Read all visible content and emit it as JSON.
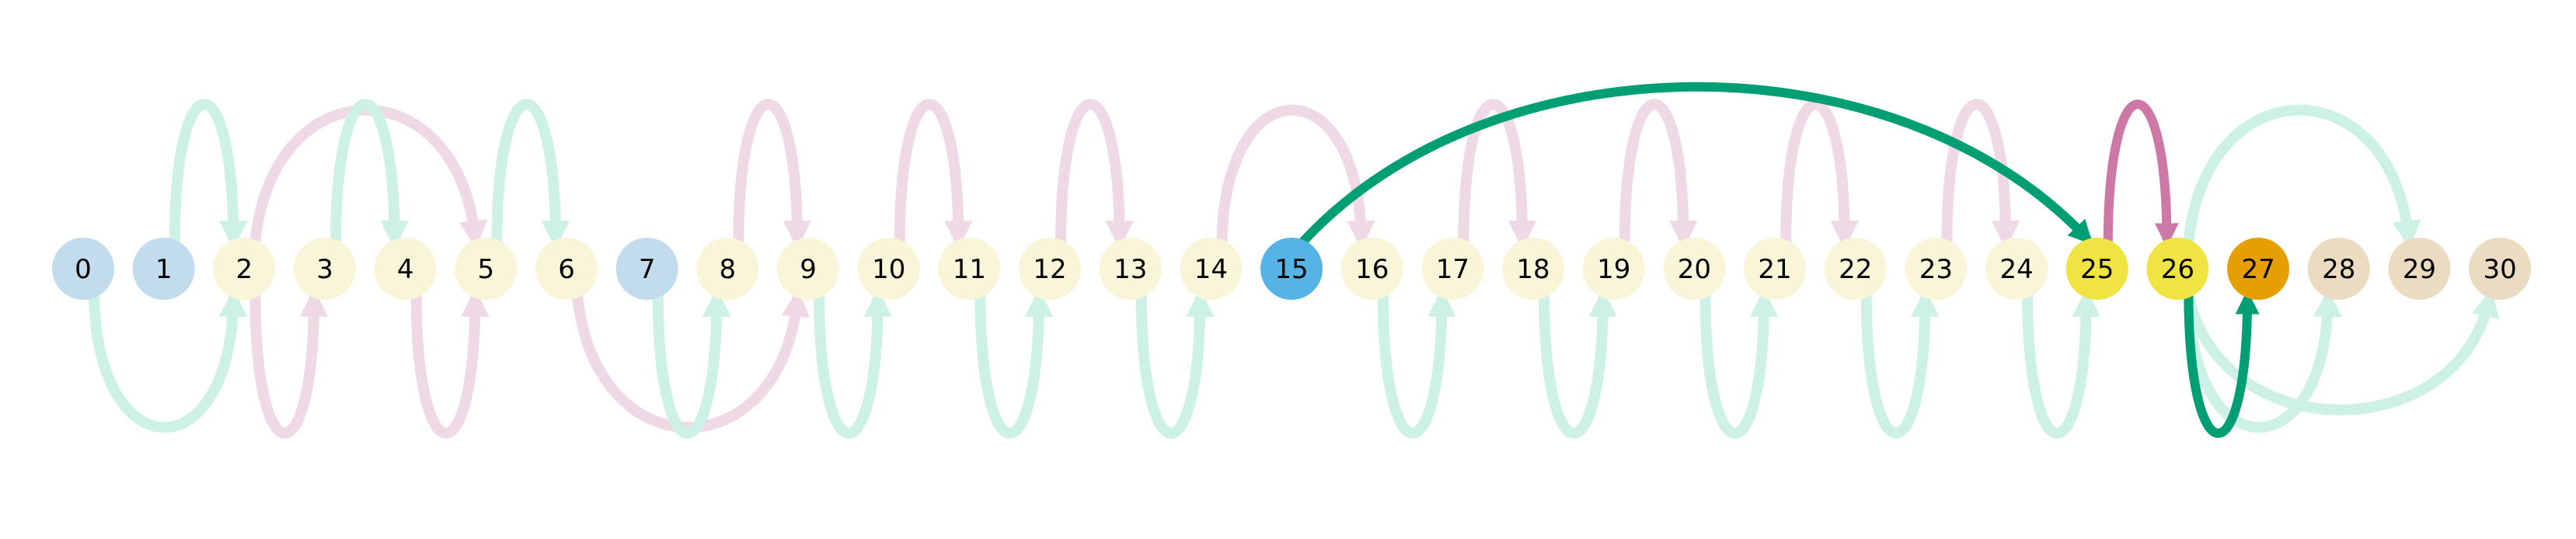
{
  "colors": {
    "background": "#ffffff",
    "node_blue_light": "#c3dced",
    "node_cream": "#f8f5d8",
    "node_blue": "#56b3e6",
    "node_yellow": "#f0e442",
    "node_orange": "#e69f00",
    "node_tan": "#ebdcc1",
    "arc_green_faint": "#cdf1e6",
    "arc_pink_faint": "#efd9e4",
    "arc_green_strong": "#009e73",
    "arc_pink_strong": "#cc79a7",
    "label": "#000000"
  },
  "nodes": [
    {
      "label": "0",
      "color": "node_blue_light"
    },
    {
      "label": "1",
      "color": "node_blue_light"
    },
    {
      "label": "2",
      "color": "node_cream"
    },
    {
      "label": "3",
      "color": "node_cream"
    },
    {
      "label": "4",
      "color": "node_cream"
    },
    {
      "label": "5",
      "color": "node_cream"
    },
    {
      "label": "6",
      "color": "node_cream"
    },
    {
      "label": "7",
      "color": "node_blue_light"
    },
    {
      "label": "8",
      "color": "node_cream"
    },
    {
      "label": "9",
      "color": "node_cream"
    },
    {
      "label": "10",
      "color": "node_cream"
    },
    {
      "label": "11",
      "color": "node_cream"
    },
    {
      "label": "12",
      "color": "node_cream"
    },
    {
      "label": "13",
      "color": "node_cream"
    },
    {
      "label": "14",
      "color": "node_cream"
    },
    {
      "label": "15",
      "color": "node_blue"
    },
    {
      "label": "16",
      "color": "node_cream"
    },
    {
      "label": "17",
      "color": "node_cream"
    },
    {
      "label": "18",
      "color": "node_cream"
    },
    {
      "label": "19",
      "color": "node_cream"
    },
    {
      "label": "20",
      "color": "node_cream"
    },
    {
      "label": "21",
      "color": "node_cream"
    },
    {
      "label": "22",
      "color": "node_cream"
    },
    {
      "label": "23",
      "color": "node_cream"
    },
    {
      "label": "24",
      "color": "node_cream"
    },
    {
      "label": "25",
      "color": "node_yellow"
    },
    {
      "label": "26",
      "color": "node_yellow"
    },
    {
      "label": "27",
      "color": "node_orange"
    },
    {
      "label": "28",
      "color": "node_tan"
    },
    {
      "label": "29",
      "color": "node_tan"
    },
    {
      "label": "30",
      "color": "node_tan"
    }
  ],
  "edges": [
    {
      "from": 1,
      "to": 2,
      "side": "top",
      "color": "arc_green_faint"
    },
    {
      "from": 2,
      "to": 5,
      "side": "top",
      "color": "arc_pink_faint"
    },
    {
      "from": 3,
      "to": 4,
      "side": "top",
      "color": "arc_green_faint"
    },
    {
      "from": 5,
      "to": 6,
      "side": "top",
      "color": "arc_green_faint"
    },
    {
      "from": 8,
      "to": 9,
      "side": "top",
      "color": "arc_pink_faint"
    },
    {
      "from": 10,
      "to": 11,
      "side": "top",
      "color": "arc_pink_faint"
    },
    {
      "from": 12,
      "to": 13,
      "side": "top",
      "color": "arc_pink_faint"
    },
    {
      "from": 14,
      "to": 16,
      "side": "top",
      "color": "arc_pink_faint"
    },
    {
      "from": 17,
      "to": 18,
      "side": "top",
      "color": "arc_pink_faint"
    },
    {
      "from": 19,
      "to": 20,
      "side": "top",
      "color": "arc_pink_faint"
    },
    {
      "from": 21,
      "to": 22,
      "side": "top",
      "color": "arc_pink_faint"
    },
    {
      "from": 23,
      "to": 24,
      "side": "top",
      "color": "arc_pink_faint"
    },
    {
      "from": 26,
      "to": 29,
      "side": "top",
      "color": "arc_green_faint"
    },
    {
      "from": 0,
      "to": 2,
      "side": "bottom",
      "color": "arc_green_faint"
    },
    {
      "from": 2,
      "to": 3,
      "side": "bottom",
      "color": "arc_pink_faint"
    },
    {
      "from": 4,
      "to": 5,
      "side": "bottom",
      "color": "arc_pink_faint"
    },
    {
      "from": 6,
      "to": 9,
      "side": "bottom",
      "color": "arc_pink_faint"
    },
    {
      "from": 7,
      "to": 8,
      "side": "bottom",
      "color": "arc_green_faint"
    },
    {
      "from": 9,
      "to": 10,
      "side": "bottom",
      "color": "arc_green_faint"
    },
    {
      "from": 11,
      "to": 12,
      "side": "bottom",
      "color": "arc_green_faint"
    },
    {
      "from": 13,
      "to": 14,
      "side": "bottom",
      "color": "arc_green_faint"
    },
    {
      "from": 16,
      "to": 17,
      "side": "bottom",
      "color": "arc_green_faint"
    },
    {
      "from": 18,
      "to": 19,
      "side": "bottom",
      "color": "arc_green_faint"
    },
    {
      "from": 20,
      "to": 21,
      "side": "bottom",
      "color": "arc_green_faint"
    },
    {
      "from": 22,
      "to": 23,
      "side": "bottom",
      "color": "arc_green_faint"
    },
    {
      "from": 24,
      "to": 25,
      "side": "bottom",
      "color": "arc_green_faint"
    },
    {
      "from": 26,
      "to": 28,
      "side": "bottom",
      "color": "arc_green_faint"
    },
    {
      "from": 26,
      "to": 30,
      "side": "bottom",
      "color": "arc_green_faint"
    },
    {
      "from": 15,
      "to": 25,
      "side": "top",
      "color": "arc_green_strong",
      "strong": true
    },
    {
      "from": 25,
      "to": 26,
      "side": "top",
      "color": "arc_pink_strong",
      "strong": true
    },
    {
      "from": 26,
      "to": 27,
      "side": "bottom",
      "color": "arc_green_strong",
      "strong": true
    }
  ]
}
